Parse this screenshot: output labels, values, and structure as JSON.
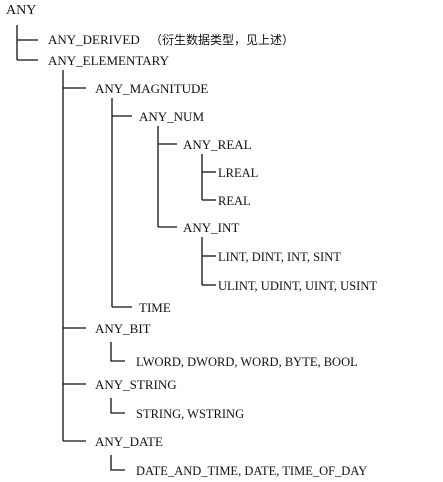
{
  "tree": {
    "root": "ANY",
    "any_derived": "ANY_DERIVED",
    "any_derived_note": "（衍生数据类型，见上述）",
    "any_elementary": "ANY_ELEMENTARY",
    "any_magnitude": "ANY_MAGNITUDE",
    "any_num": "ANY_NUM",
    "any_real": "ANY_REAL",
    "lreal": "LREAL",
    "real": "REAL",
    "any_int": "ANY_INT",
    "signed_ints": "LINT, DINT, INT, SINT",
    "unsigned_ints": "ULINT, UDINT, UINT, USINT",
    "time": "TIME",
    "any_bit": "ANY_BIT",
    "bit_types": "LWORD, DWORD, WORD, BYTE, BOOL",
    "any_string": "ANY_STRING",
    "string_types": "STRING, WSTRING",
    "any_date": "ANY_DATE",
    "date_types": "DATE_AND_TIME, DATE, TIME_OF_DAY"
  },
  "colors": {
    "line": "#111111",
    "text": "#111111",
    "background": "#ffffff"
  }
}
